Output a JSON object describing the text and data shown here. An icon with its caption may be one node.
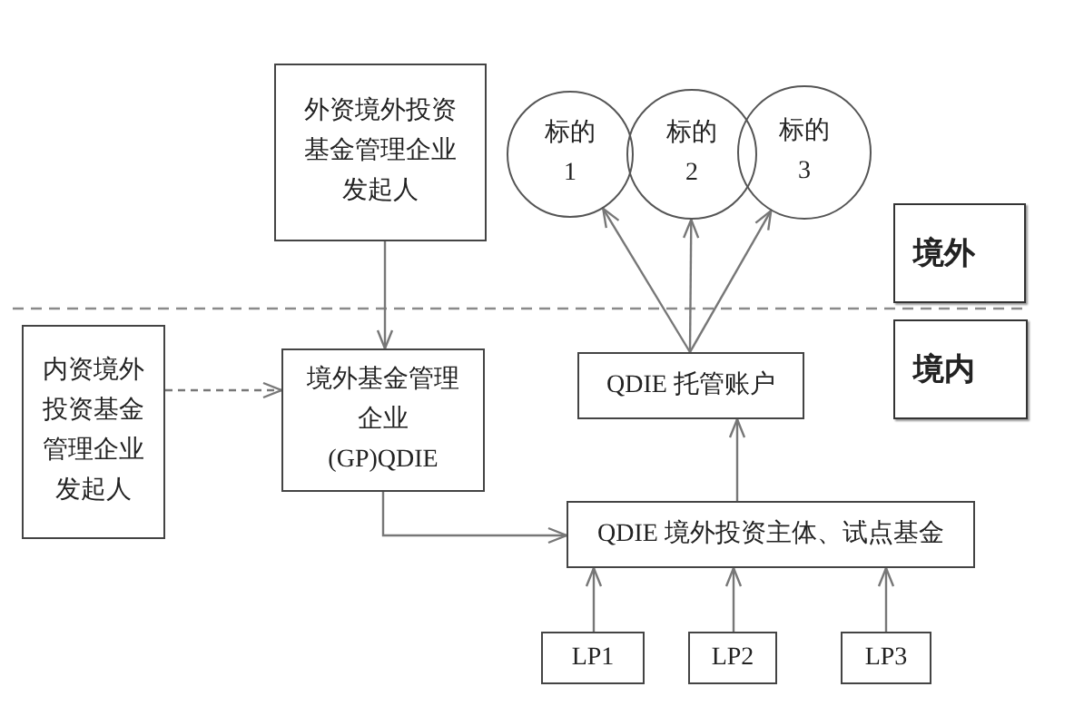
{
  "diagram": {
    "nodes": [
      {
        "text": [
          "外资境外投资基金管理企业发起人"
        ]
      },
      {
        "text": [
          "标的1"
        ]
      },
      {
        "text": [
          "标的2"
        ]
      },
      {
        "text": [
          "标的3"
        ]
      },
      {
        "text": [
          "境外"
        ]
      },
      {
        "text": [
          "境内"
        ]
      },
      {
        "text": [
          "内资境外投资基金管理企业发起人"
        ]
      },
      {
        "text": [
          "境外基金管理企业(GP)QDIE"
        ]
      },
      {
        "text": [
          "QDIE 托管账户"
        ]
      },
      {
        "text": [
          "QDIE 境外投资主体、试点基金"
        ]
      },
      {
        "text": [
          "LP1"
        ]
      },
      {
        "text": [
          "LP2"
        ]
      },
      {
        "text": [
          "LP3"
        ]
      }
    ],
    "edges": [
      {
        "from": 0,
        "to": 7,
        "arrow": "to"
      },
      {
        "from": 8,
        "to": 1,
        "arrow": "to"
      },
      {
        "from": 8,
        "to": 2,
        "arrow": "to"
      },
      {
        "from": 8,
        "to": 3,
        "arrow": "to"
      },
      {
        "from": 6,
        "to": 7,
        "arrow": "to",
        "style": "dashed"
      },
      {
        "from": 7,
        "to": 9,
        "arrow": "to"
      },
      {
        "from": 9,
        "to": 8,
        "arrow": "to"
      },
      {
        "from": 10,
        "to": 9,
        "arrow": "to"
      },
      {
        "from": 11,
        "to": 9,
        "arrow": "to"
      },
      {
        "from": 12,
        "to": 9,
        "arrow": "to"
      }
    ]
  }
}
